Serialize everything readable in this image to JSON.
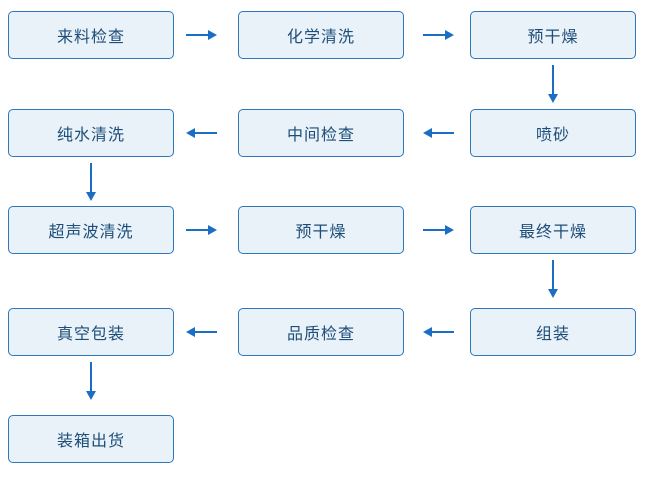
{
  "diagram": {
    "type": "flowchart",
    "background": "#ffffff",
    "colors": {
      "box_fill": "#e9f1f9",
      "box_border": "#2e77b8",
      "box_text": "#1d4e79",
      "arrow": "#1a6fc4"
    },
    "nodes": [
      {
        "label": "来料检查",
        "row": 1,
        "col": 1
      },
      {
        "label": "化学清洗",
        "row": 1,
        "col": 2
      },
      {
        "label": "预干燥",
        "row": 1,
        "col": 3
      },
      {
        "label": "喷砂",
        "row": 2,
        "col": 3
      },
      {
        "label": "中间检查",
        "row": 2,
        "col": 2
      },
      {
        "label": "纯水清洗",
        "row": 2,
        "col": 1
      },
      {
        "label": "超声波清洗",
        "row": 3,
        "col": 1
      },
      {
        "label": "预干燥",
        "row": 3,
        "col": 2
      },
      {
        "label": "最终干燥",
        "row": 3,
        "col": 3
      },
      {
        "label": "组装",
        "row": 4,
        "col": 3
      },
      {
        "label": "品质检查",
        "row": 4,
        "col": 2
      },
      {
        "label": "真空包装",
        "row": 4,
        "col": 1
      },
      {
        "label": "装箱出货",
        "row": 5,
        "col": 1
      }
    ],
    "edges": [
      {
        "from": "来料检查",
        "to": "化学清洗",
        "direction": "right"
      },
      {
        "from": "化学清洗",
        "to": "预干燥",
        "direction": "right"
      },
      {
        "from": "预干燥",
        "to": "喷砂",
        "direction": "down"
      },
      {
        "from": "喷砂",
        "to": "中间检查",
        "direction": "left"
      },
      {
        "from": "中间检查",
        "to": "纯水清洗",
        "direction": "left"
      },
      {
        "from": "纯水清洗",
        "to": "超声波清洗",
        "direction": "down"
      },
      {
        "from": "超声波清洗",
        "to": "预干燥",
        "direction": "right"
      },
      {
        "from": "预干燥",
        "to": "最终干燥",
        "direction": "right"
      },
      {
        "from": "最终干燥",
        "to": "组装",
        "direction": "down"
      },
      {
        "from": "组装",
        "to": "品质检查",
        "direction": "left"
      },
      {
        "from": "品质检查",
        "to": "真空包装",
        "direction": "left"
      },
      {
        "from": "真空包装",
        "to": "装箱出货",
        "direction": "down"
      }
    ]
  }
}
